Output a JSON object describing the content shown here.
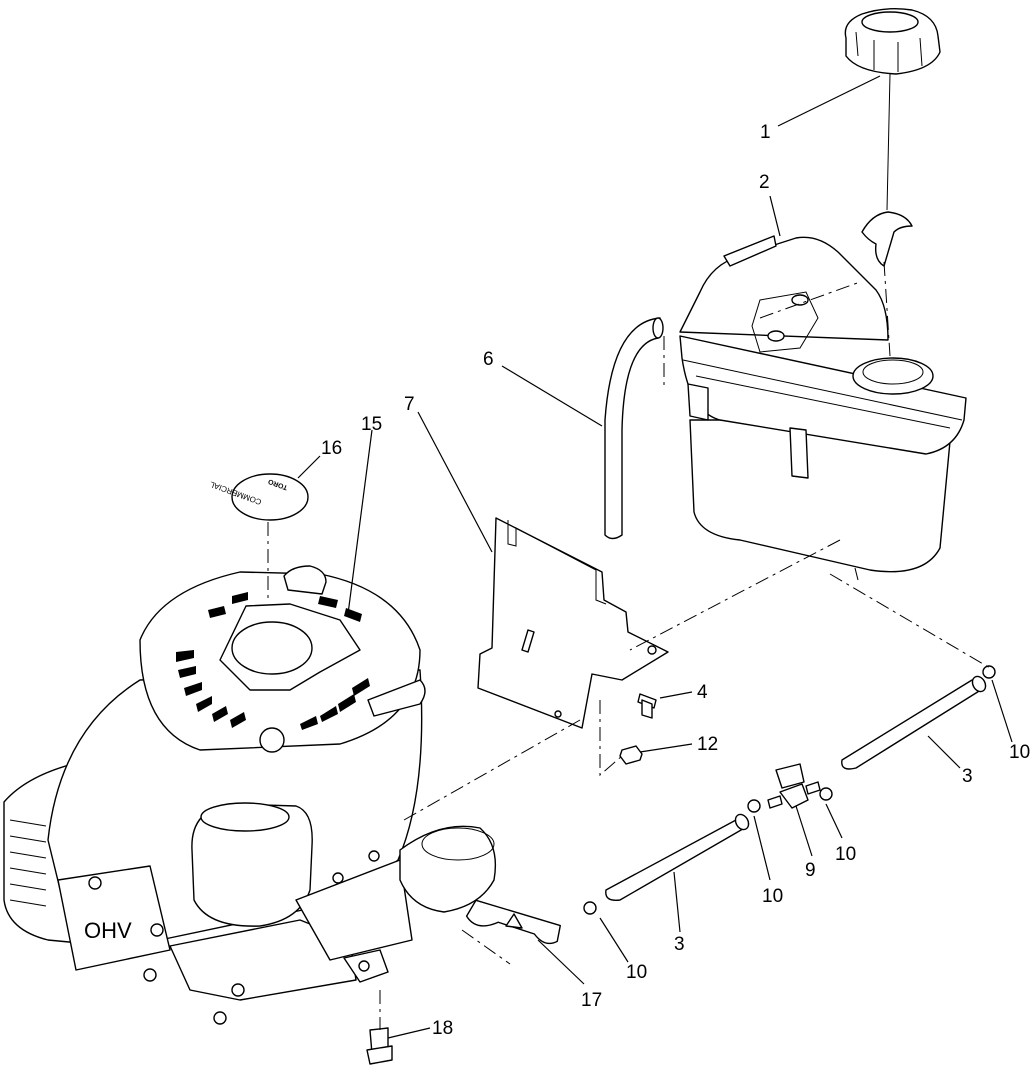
{
  "diagram": {
    "type": "exploded-parts-view",
    "callouts": [
      {
        "id": "c1",
        "label": "1"
      },
      {
        "id": "c2",
        "label": "2"
      },
      {
        "id": "c6",
        "label": "6"
      },
      {
        "id": "c7",
        "label": "7"
      },
      {
        "id": "c15",
        "label": "15"
      },
      {
        "id": "c16",
        "label": "16"
      },
      {
        "id": "c4",
        "label": "4"
      },
      {
        "id": "c12",
        "label": "12"
      },
      {
        "id": "c10a",
        "label": "10"
      },
      {
        "id": "c3a",
        "label": "3"
      },
      {
        "id": "c10b",
        "label": "10"
      },
      {
        "id": "c9",
        "label": "9"
      },
      {
        "id": "c10c",
        "label": "10"
      },
      {
        "id": "c3b",
        "label": "3"
      },
      {
        "id": "c10d",
        "label": "10"
      },
      {
        "id": "c17",
        "label": "17"
      },
      {
        "id": "c18",
        "label": "18"
      }
    ],
    "decal_text": {
      "logo": "TORO",
      "brand": "COMMERCIAL",
      "engine_mark": "OHV"
    }
  }
}
